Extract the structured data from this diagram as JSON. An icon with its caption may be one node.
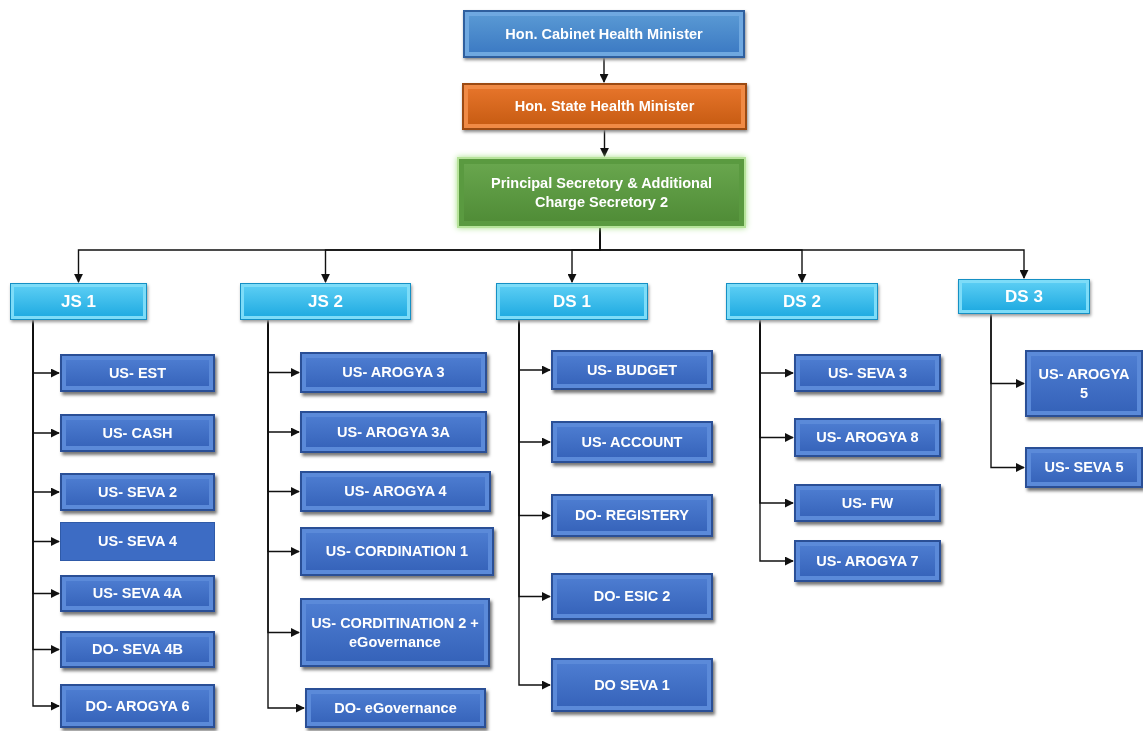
{
  "diagram": {
    "nodes": [
      {
        "text": [
          "Hon. Cabinet Health Minister"
        ]
      },
      {
        "text": [
          "Hon. State Health Minister"
        ]
      },
      {
        "text": [
          "Principal Secretory & Additional Charge Secretory 2"
        ]
      },
      {
        "text": [
          "JS 1"
        ]
      },
      {
        "text": [
          "JS 2"
        ]
      },
      {
        "text": [
          "DS 1"
        ]
      },
      {
        "text": [
          "DS 2"
        ]
      },
      {
        "text": [
          "DS 3"
        ]
      },
      {
        "text": [
          "US- EST"
        ]
      },
      {
        "text": [
          "US- CASH"
        ]
      },
      {
        "text": [
          "US- SEVA 2"
        ]
      },
      {
        "text": [
          "US- SEVA 4"
        ]
      },
      {
        "text": [
          "US- SEVA 4A"
        ]
      },
      {
        "text": [
          "DO- SEVA 4B"
        ]
      },
      {
        "text": [
          "DO- AROGYA 6"
        ]
      },
      {
        "text": [
          "US- AROGYA 3"
        ]
      },
      {
        "text": [
          "US- AROGYA 3A"
        ]
      },
      {
        "text": [
          "US- AROGYA 4"
        ]
      },
      {
        "text": [
          "US- CORDINATION 1"
        ]
      },
      {
        "text": [
          "US- CORDITINATION 2 + eGovernance"
        ]
      },
      {
        "text": [
          "DO- eGovernance"
        ]
      },
      {
        "text": [
          "US- BUDGET"
        ]
      },
      {
        "text": [
          "US- ACCOUNT"
        ]
      },
      {
        "text": [
          "DO- REGISTERY"
        ]
      },
      {
        "text": [
          "DO- ESIC 2"
        ]
      },
      {
        "text": [
          "DO SEVA 1"
        ]
      },
      {
        "text": [
          "US- SEVA 3"
        ]
      },
      {
        "text": [
          "US- AROGYA 8"
        ]
      },
      {
        "text": [
          "US- FW"
        ]
      },
      {
        "text": [
          "US- AROGYA 7"
        ]
      },
      {
        "text": [
          "US- AROGYA 5"
        ]
      },
      {
        "text": [
          "US- SEVA 5"
        ]
      }
    ],
    "edges": [
      {
        "from": 0,
        "to": 1,
        "arrow": "to"
      },
      {
        "from": 1,
        "to": 2,
        "arrow": "to"
      },
      {
        "from": 2,
        "to": 3,
        "arrow": "to"
      },
      {
        "from": 2,
        "to": 4,
        "arrow": "to"
      },
      {
        "from": 2,
        "to": 5,
        "arrow": "to"
      },
      {
        "from": 2,
        "to": 6,
        "arrow": "to"
      },
      {
        "from": 2,
        "to": 7,
        "arrow": "to"
      },
      {
        "from": 3,
        "to": 8,
        "arrow": "to"
      },
      {
        "from": 3,
        "to": 9,
        "arrow": "to"
      },
      {
        "from": 3,
        "to": 10,
        "arrow": "to"
      },
      {
        "from": 3,
        "to": 11,
        "arrow": "to"
      },
      {
        "from": 3,
        "to": 12,
        "arrow": "to"
      },
      {
        "from": 3,
        "to": 13,
        "arrow": "to"
      },
      {
        "from": 3,
        "to": 14,
        "arrow": "to"
      },
      {
        "from": 4,
        "to": 15,
        "arrow": "to"
      },
      {
        "from": 4,
        "to": 16,
        "arrow": "to"
      },
      {
        "from": 4,
        "to": 17,
        "arrow": "to"
      },
      {
        "from": 4,
        "to": 18,
        "arrow": "to"
      },
      {
        "from": 4,
        "to": 19,
        "arrow": "to"
      },
      {
        "from": 4,
        "to": 20,
        "arrow": "to"
      },
      {
        "from": 5,
        "to": 21,
        "arrow": "to"
      },
      {
        "from": 5,
        "to": 22,
        "arrow": "to"
      },
      {
        "from": 5,
        "to": 23,
        "arrow": "to"
      },
      {
        "from": 5,
        "to": 24,
        "arrow": "to"
      },
      {
        "from": 5,
        "to": 25,
        "arrow": "to"
      },
      {
        "from": 6,
        "to": 26,
        "arrow": "to"
      },
      {
        "from": 6,
        "to": 27,
        "arrow": "to"
      },
      {
        "from": 6,
        "to": 28,
        "arrow": "to"
      },
      {
        "from": 6,
        "to": 29,
        "arrow": "to"
      },
      {
        "from": 7,
        "to": 30,
        "arrow": "to"
      },
      {
        "from": 7,
        "to": 31,
        "arrow": "to"
      }
    ]
  }
}
